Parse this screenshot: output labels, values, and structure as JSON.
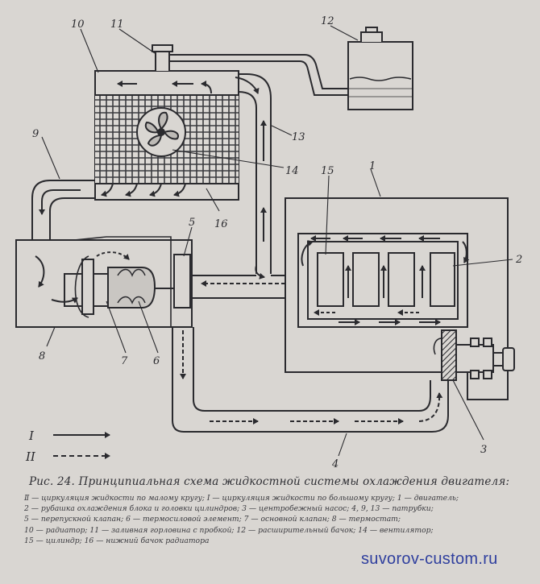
{
  "labels": {
    "n1": "1",
    "n2": "2",
    "n3": "3",
    "n4": "4",
    "n5": "5",
    "n6": "6",
    "n7": "7",
    "n8": "8",
    "n9": "9",
    "n10": "10",
    "n11": "11",
    "n12": "12",
    "n13": "13",
    "n14": "14",
    "n15": "15",
    "n16": "16"
  },
  "legend_marks": {
    "solid": "I",
    "dashed": "II"
  },
  "caption": {
    "title": "Рис. 24. Принципиальная схема жидкостной системы охлаждения двигателя:",
    "lines": [
      "Ⅱ — циркуляция жидкости по малому кругу; I — циркуляция жидкости по большому кругу; 1 — двигатель;",
      "2 — рубашка охлаждения блока и головки цилиндров; 3 — центробежный насос; 4, 9, 13 — патрубки;",
      "5 — перепускной клапан; 6 — термосиловой элемент; 7 — основной клапан; 8 — термостат;",
      "10 — радиатор; 11 — заливная горловина с пробкой; 12 — расширительный бачок; 14 — вентилятор;",
      "15 — цилиндр; 16 — нижний бачок радиатора"
    ]
  },
  "watermark": "suvorov-custom.ru",
  "colors": {
    "paper": "#d9d6d2",
    "ink": "#2a2a2e",
    "watermark": "#2f3f9e"
  }
}
